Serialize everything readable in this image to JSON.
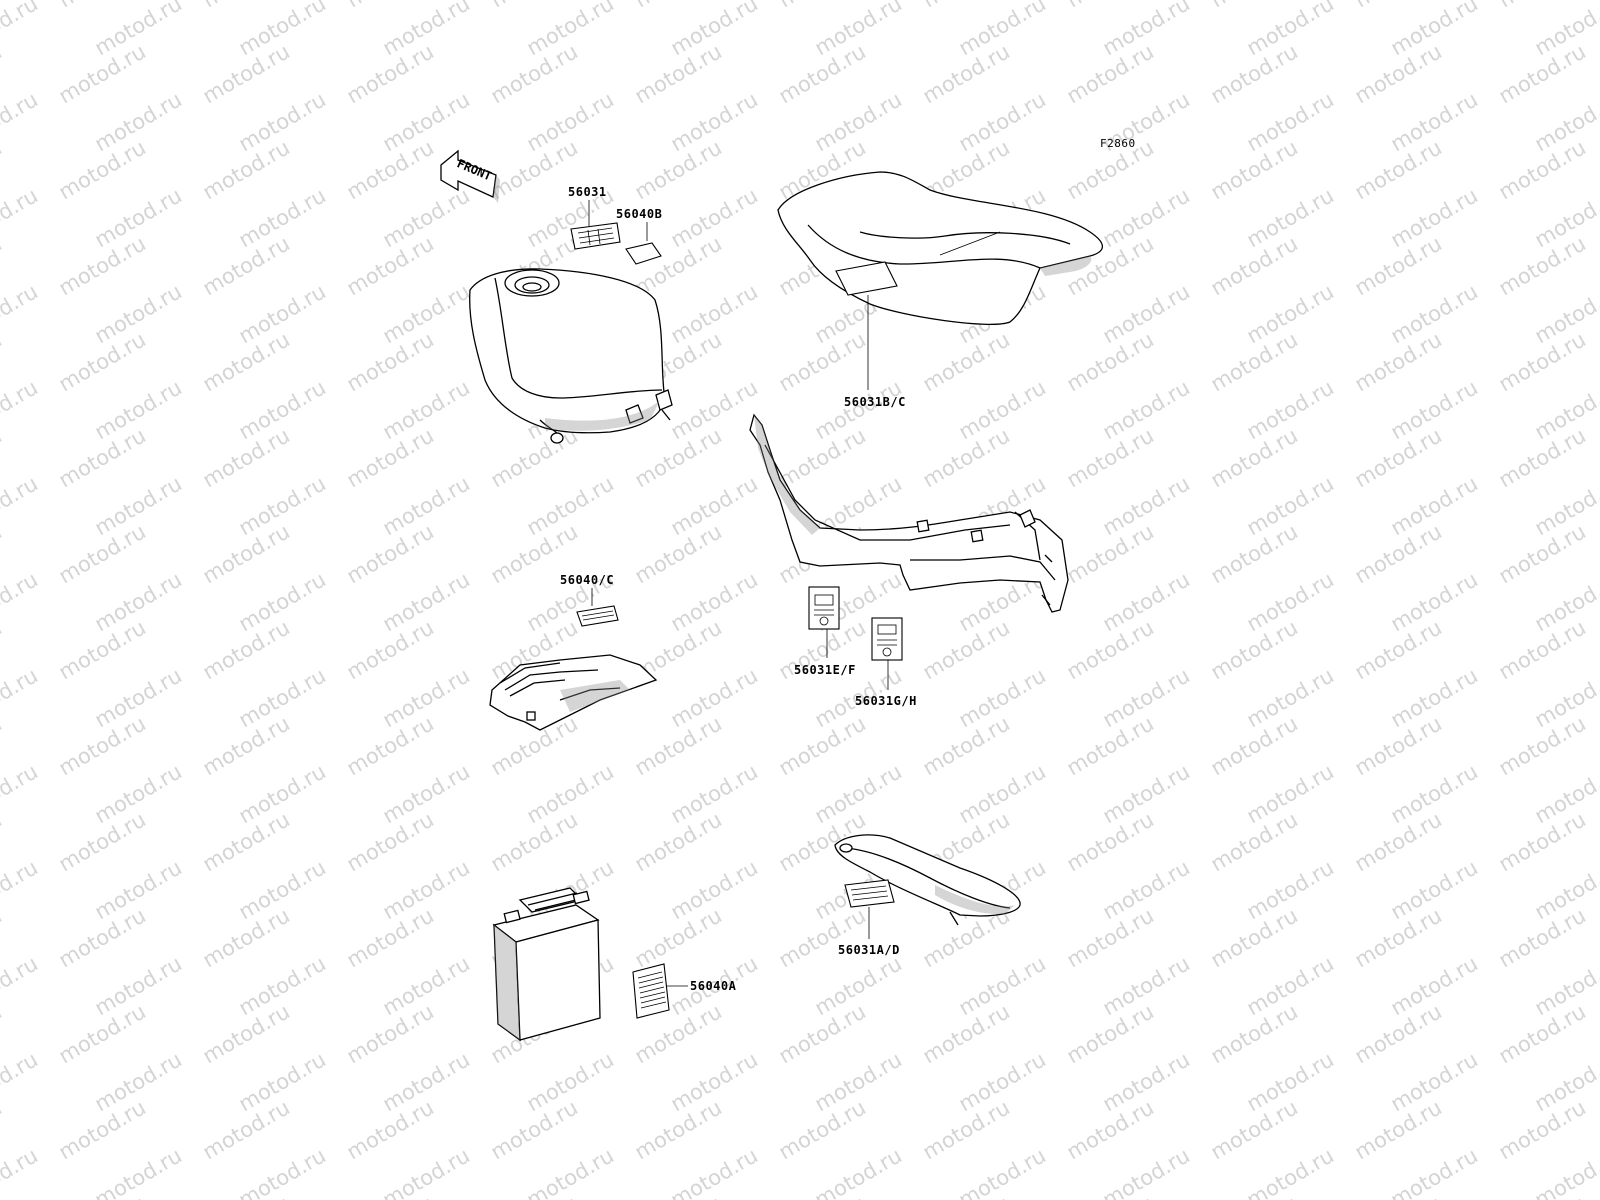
{
  "watermark": {
    "text": "motod.ru",
    "color": "#d4d4d4"
  },
  "figure_code": "F2860",
  "front_arrow": {
    "text": "FRONT"
  },
  "labels": {
    "l_56031": "56031",
    "l_56040b": "56040B",
    "l_56031bc": "56031B/C",
    "l_56040c": "56040/C",
    "l_56031ef": "56031E/F",
    "l_56031gh": "56031G/H",
    "l_56031ad": "56031A/D",
    "l_56040a": "56040A"
  },
  "icons": {
    "fuel_tank": "fuel-tank-icon",
    "seat": "seat-icon",
    "side_cover": "side-cover-icon",
    "tray": "battery-tray-icon",
    "battery": "battery-icon",
    "tail_cover": "tail-cover-icon"
  }
}
